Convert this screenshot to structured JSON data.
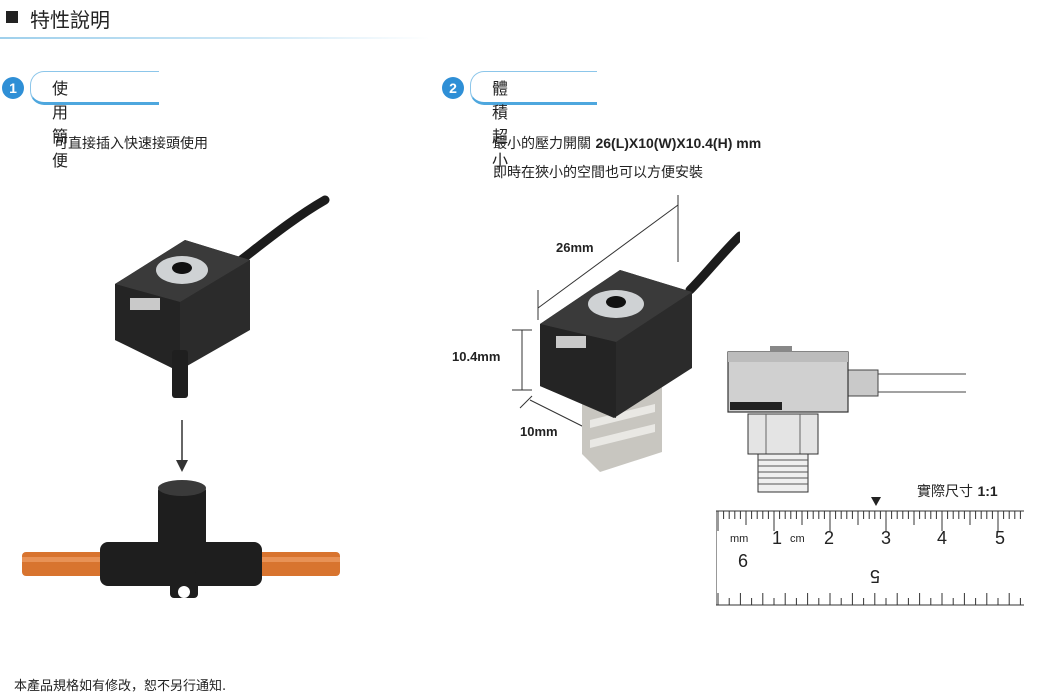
{
  "page": {
    "title": "特性說明"
  },
  "sections": [
    {
      "number": "1",
      "label": "使用簡便",
      "description": "可直接插入快速接頭使用"
    },
    {
      "number": "2",
      "label": "體積超小",
      "description_prefix": "最小的壓力開關 ",
      "description_dims": "26(L)X10(W)X10.4(H) mm",
      "description_line2": "即時在狹小的空間也可以方便安裝"
    }
  ],
  "dimensions": {
    "length": "26mm",
    "height": "10.4mm",
    "width": "10mm"
  },
  "ruler": {
    "caption_prefix": "實際尺寸 ",
    "caption_scale": "1:1",
    "unit_mm": "mm",
    "unit_cm": "cm",
    "top_numbers": [
      "1",
      "2",
      "3",
      "4",
      "5"
    ],
    "lower_left_number": "6",
    "flipped_number": "5"
  },
  "footer": {
    "note": "本產品規格如有修改，恕不另行通知."
  },
  "colors": {
    "accent": "#2f8fd6",
    "tube": "#d8742f",
    "body": "#2b2b2b",
    "brass": "#c8c6c0"
  }
}
